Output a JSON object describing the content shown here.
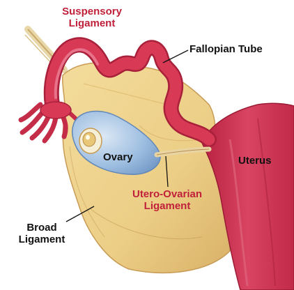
{
  "labels": {
    "suspensory_line1": "Suspensory",
    "suspensory_line2": "Ligament",
    "fallopian_tube": "Fallopian Tube",
    "ovary": "Ovary",
    "uterus": "Uterus",
    "utero_ovarian_line1": "Utero-Ovarian",
    "utero_ovarian_line2": "Ligament",
    "broad_line1": "Broad",
    "broad_line2": "Ligament"
  },
  "colors": {
    "red_label": "#c0203a",
    "black_label": "#111111",
    "tube": "#d83a55",
    "tube_shadow": "#a8203a",
    "broad_ligament": "#edd08a",
    "broad_shadow": "#d4a95a",
    "ovary": "#8fb2d8",
    "uterus": "#cc3050"
  }
}
